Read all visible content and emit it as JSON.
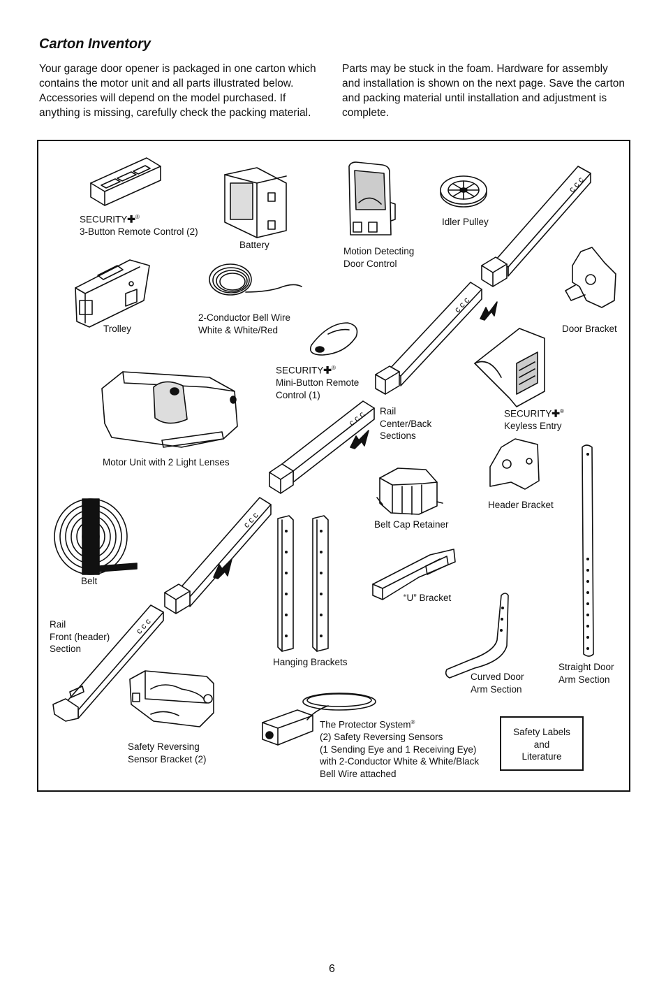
{
  "heading": "Carton Inventory",
  "intro_left": "Your garage door opener is packaged in one carton which contains the motor unit and all parts illustrated below. Accessories will depend on the model purchased. If anything is missing, carefully check the packing material.",
  "intro_right": "Parts may be stuck in the foam. Hardware for assembly and installation is shown on the next page. Save the carton and packing material until installation and adjustment is complete.",
  "parts": {
    "remote_3button_brand": "SECURITY",
    "remote_3button_name": "3-Button Remote Control (2)",
    "battery": "Battery",
    "motion_door_control": "Motion Detecting\nDoor Control",
    "idler_pulley": "Idler Pulley",
    "trolley": "Trolley",
    "bell_wire": "2-Conductor Bell Wire\nWhite & White/Red",
    "door_bracket": "Door Bracket",
    "mini_remote_brand": "SECURITY",
    "mini_remote_name": "Mini-Button Remote\nControl (1)",
    "rail_center": "Rail\nCenter/Back\nSections",
    "keyless_brand": "SECURITY",
    "keyless_name": "Keyless Entry",
    "motor_unit": "Motor Unit with 2 Light Lenses",
    "header_bracket": "Header Bracket",
    "belt_cap": "Belt Cap Retainer",
    "belt": "Belt",
    "u_bracket": "“U” Bracket",
    "rail_front": "Rail\nFront (header)\nSection",
    "hanging_brackets": "Hanging Brackets",
    "curved_arm": "Curved Door\nArm Section",
    "straight_arm": "Straight Door\nArm Section",
    "sensor_bracket": "Safety Reversing\nSensor Bracket (2)",
    "protector_title": "The Protector System",
    "protector_desc": "(2) Safety Reversing Sensors\n(1 Sending Eye and 1 Receiving Eye)\nwith 2-Conductor White & White/Black\nBell Wire attached",
    "safety_labels": "Safety Labels\nand\nLiterature"
  },
  "symbols": {
    "plus": "✚",
    "registered": "®"
  },
  "page_number": "6"
}
